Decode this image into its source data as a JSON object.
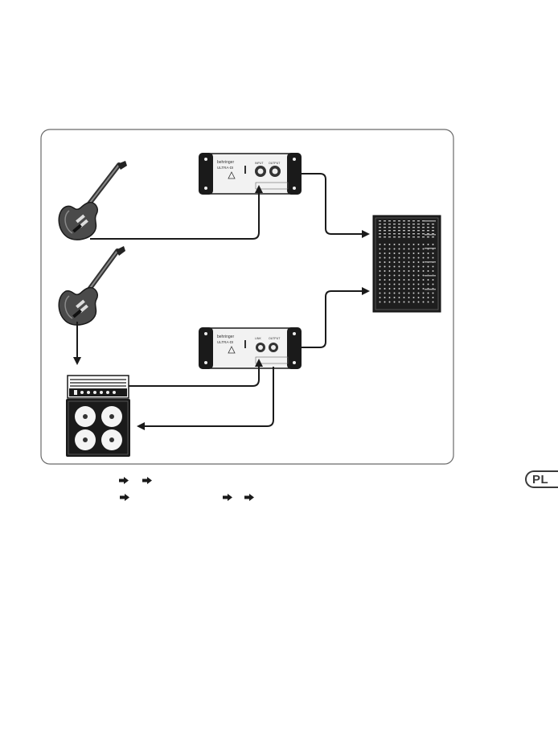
{
  "language_badge": {
    "label": "PL"
  },
  "di_box": {
    "brand": "behringer",
    "model": "ULTRA-DI",
    "jack_in": "INPUT",
    "jack_link": "LINK",
    "jack_out": "OUTPUT"
  },
  "icons": {
    "arrow": "right-arrow-icon",
    "guitar": "electric-guitar-icon",
    "di": "di-box-icon",
    "mixer": "mixing-console-icon",
    "amp": "guitar-amplifier-icon"
  },
  "colors": {
    "ink": "#222222",
    "device": "#f2f2f2",
    "frame": "#555555"
  }
}
